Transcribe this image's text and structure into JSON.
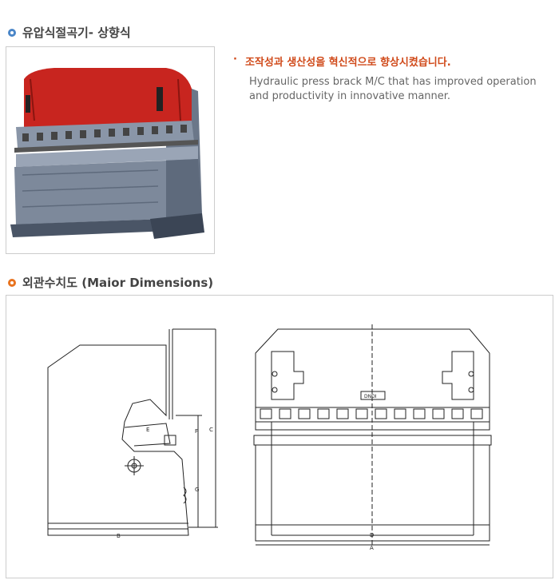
{
  "section1": {
    "title": "유압식절곡기- 상향식",
    "icon": "circle-bullet-icon",
    "accent": "#4a86c8"
  },
  "product": {
    "bullet": "·",
    "headline_kr": "조작성과 생산성을 혁신적으로 향상시켰습니다.",
    "description_en": "Hydraulic press brack M/C that has improved operation and productivity in innovative manner."
  },
  "section2": {
    "title": "외관수치도 (Maior Dimensions)",
    "icon": "circle-bullet-icon",
    "accent": "#e8731f"
  },
  "drawing": {
    "side_labels": {
      "B": "B",
      "C": "C",
      "E": "E",
      "F": "F",
      "G": "G"
    },
    "front_labels": {
      "A": "A",
      "D": "D",
      "plate": "DNDI"
    }
  },
  "colors": {
    "headline": "#d04a1a",
    "machine_red": "#c8251f",
    "machine_gray": "#8a96a8"
  }
}
